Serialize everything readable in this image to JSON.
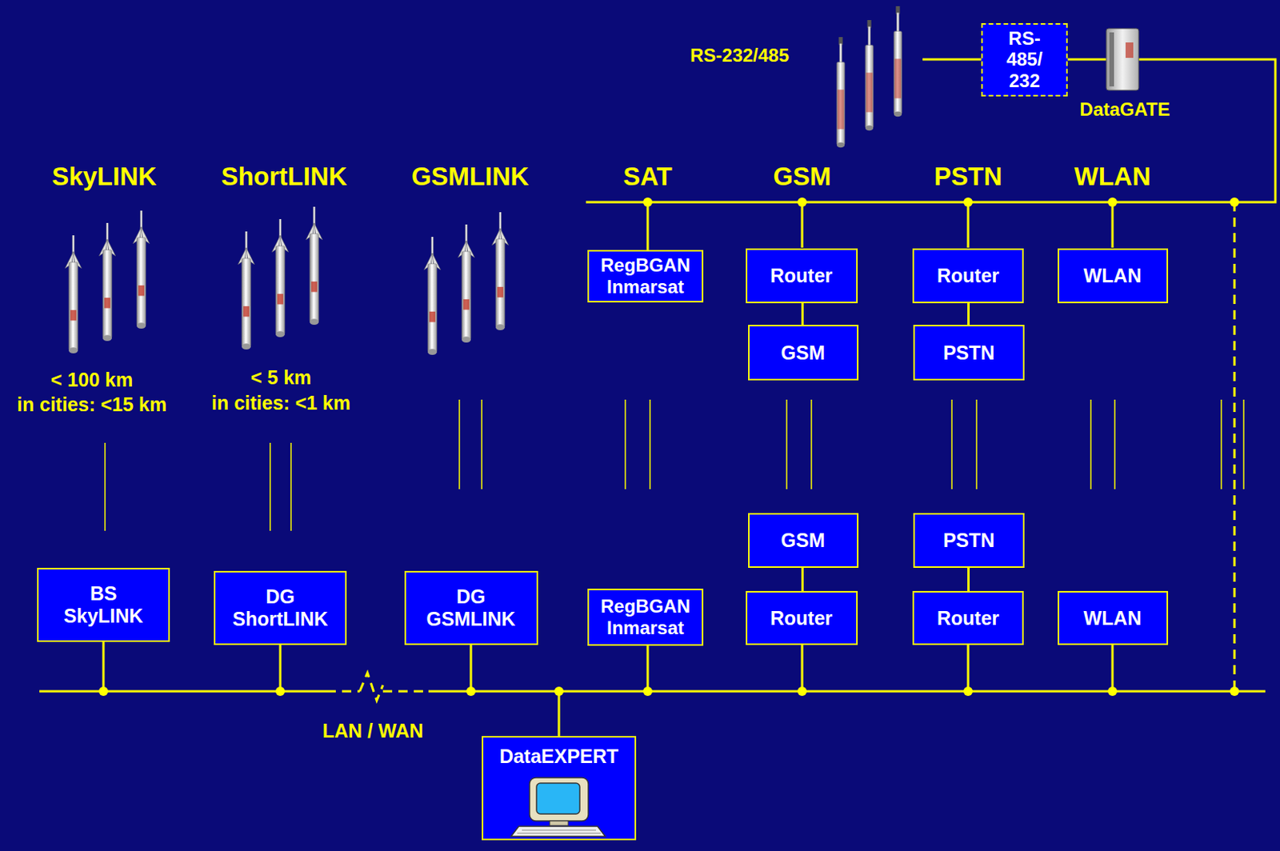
{
  "diagram": {
    "nodes": [
      {
        "text": [
          "RS-485/ 232"
        ]
      },
      {
        "text": [
          "RegBGAN Inmarsat"
        ]
      },
      {
        "text": [
          "Router"
        ]
      },
      {
        "text": [
          "Router"
        ]
      },
      {
        "text": [
          "WLAN"
        ]
      },
      {
        "text": [
          "GSM"
        ]
      },
      {
        "text": [
          "PSTN"
        ]
      },
      {
        "text": [
          "GSM"
        ]
      },
      {
        "text": [
          "PSTN"
        ]
      },
      {
        "text": [
          "BS SkyLINK"
        ]
      },
      {
        "text": [
          "DG ShortLINK"
        ]
      },
      {
        "text": [
          "DG GSMLINK"
        ]
      },
      {
        "text": [
          "RegBGAN Inmarsat"
        ]
      },
      {
        "text": [
          "Router"
        ]
      },
      {
        "text": [
          "Router"
        ]
      },
      {
        "text": [
          "WLAN"
        ]
      },
      {
        "text": [
          "DataEXPERT"
        ]
      }
    ],
    "edges": [
      {
        "from": 2,
        "to": 5,
        "arrow": "none"
      },
      {
        "from": 3,
        "to": 6,
        "arrow": "none"
      },
      {
        "from": 7,
        "to": 13,
        "arrow": "none"
      },
      {
        "from": 8,
        "to": 14,
        "arrow": "none"
      }
    ],
    "labels": [
      "RS-232/485",
      "DataGATE",
      "SkyLINK",
      "ShortLINK",
      "GSMLINK",
      "SAT",
      "GSM",
      "PSTN",
      "WLAN",
      "< 100 km",
      "in cities: <15 km",
      "< 5 km",
      "in cities: <1 km",
      "LAN / WAN"
    ]
  }
}
